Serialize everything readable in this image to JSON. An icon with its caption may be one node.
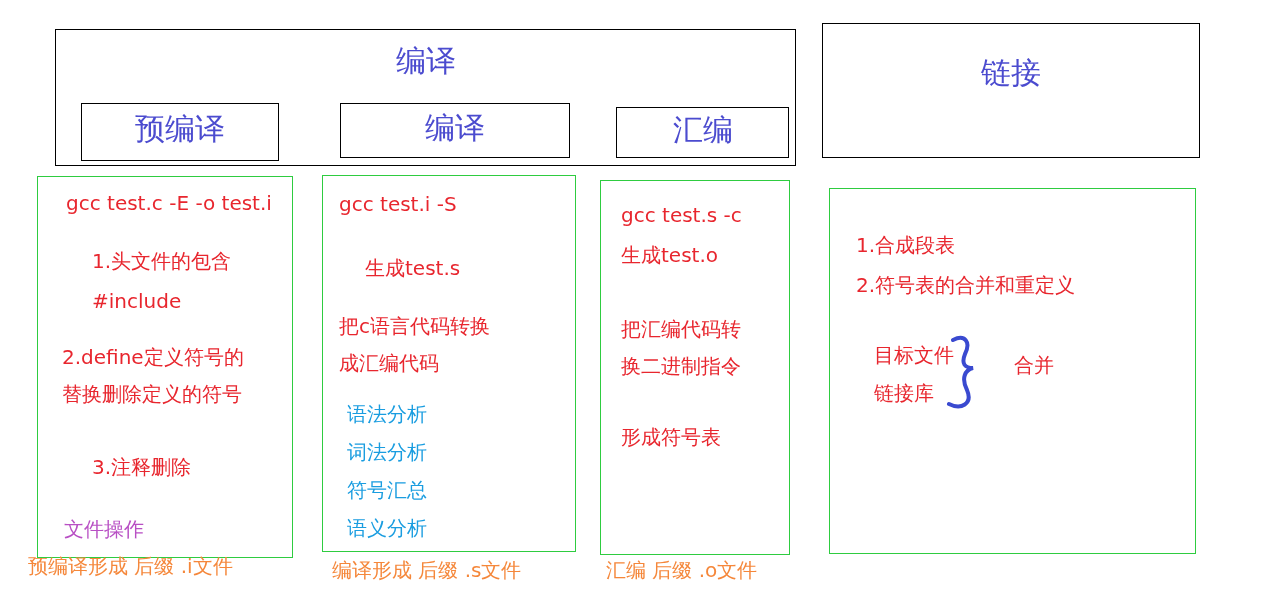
{
  "diagram": {
    "nodes": [
      {
        "text": [
          "编译"
        ]
      },
      {
        "text": [
          "预编译"
        ],
        "in": 0
      },
      {
        "text": [
          "编译"
        ],
        "in": 0
      },
      {
        "text": [
          "汇编"
        ],
        "in": 0
      },
      {
        "text": [
          "链接"
        ]
      },
      {
        "text": [
          "gcc test.c -E -o test.i",
          "1.头文件的包含",
          "#include",
          "2.define定义符号的替换删除定义的符号",
          "3.注释删除",
          "文件操作"
        ],
        "beside": [
          "预编译形成 后缀 .i文件"
        ]
      },
      {
        "text": [
          "gcc test.i -S",
          "生成test.s",
          "把c语言代码转换成汇编代码",
          "语法分析",
          "词法分析",
          "符号汇总",
          "语义分析"
        ],
        "beside": [
          "编译形成 后缀 .s文件"
        ]
      },
      {
        "text": [
          "gcc test.s -c",
          "生成test.o",
          "把汇编代码转换二进制指令",
          "形成符号表"
        ],
        "beside": [
          "汇编 后缀 .o文件"
        ]
      },
      {
        "text": [
          "1.合成段表",
          "2.符号表的合并和重定义",
          "目标文件",
          "链接库",
          "合并"
        ]
      }
    ],
    "edges": []
  }
}
